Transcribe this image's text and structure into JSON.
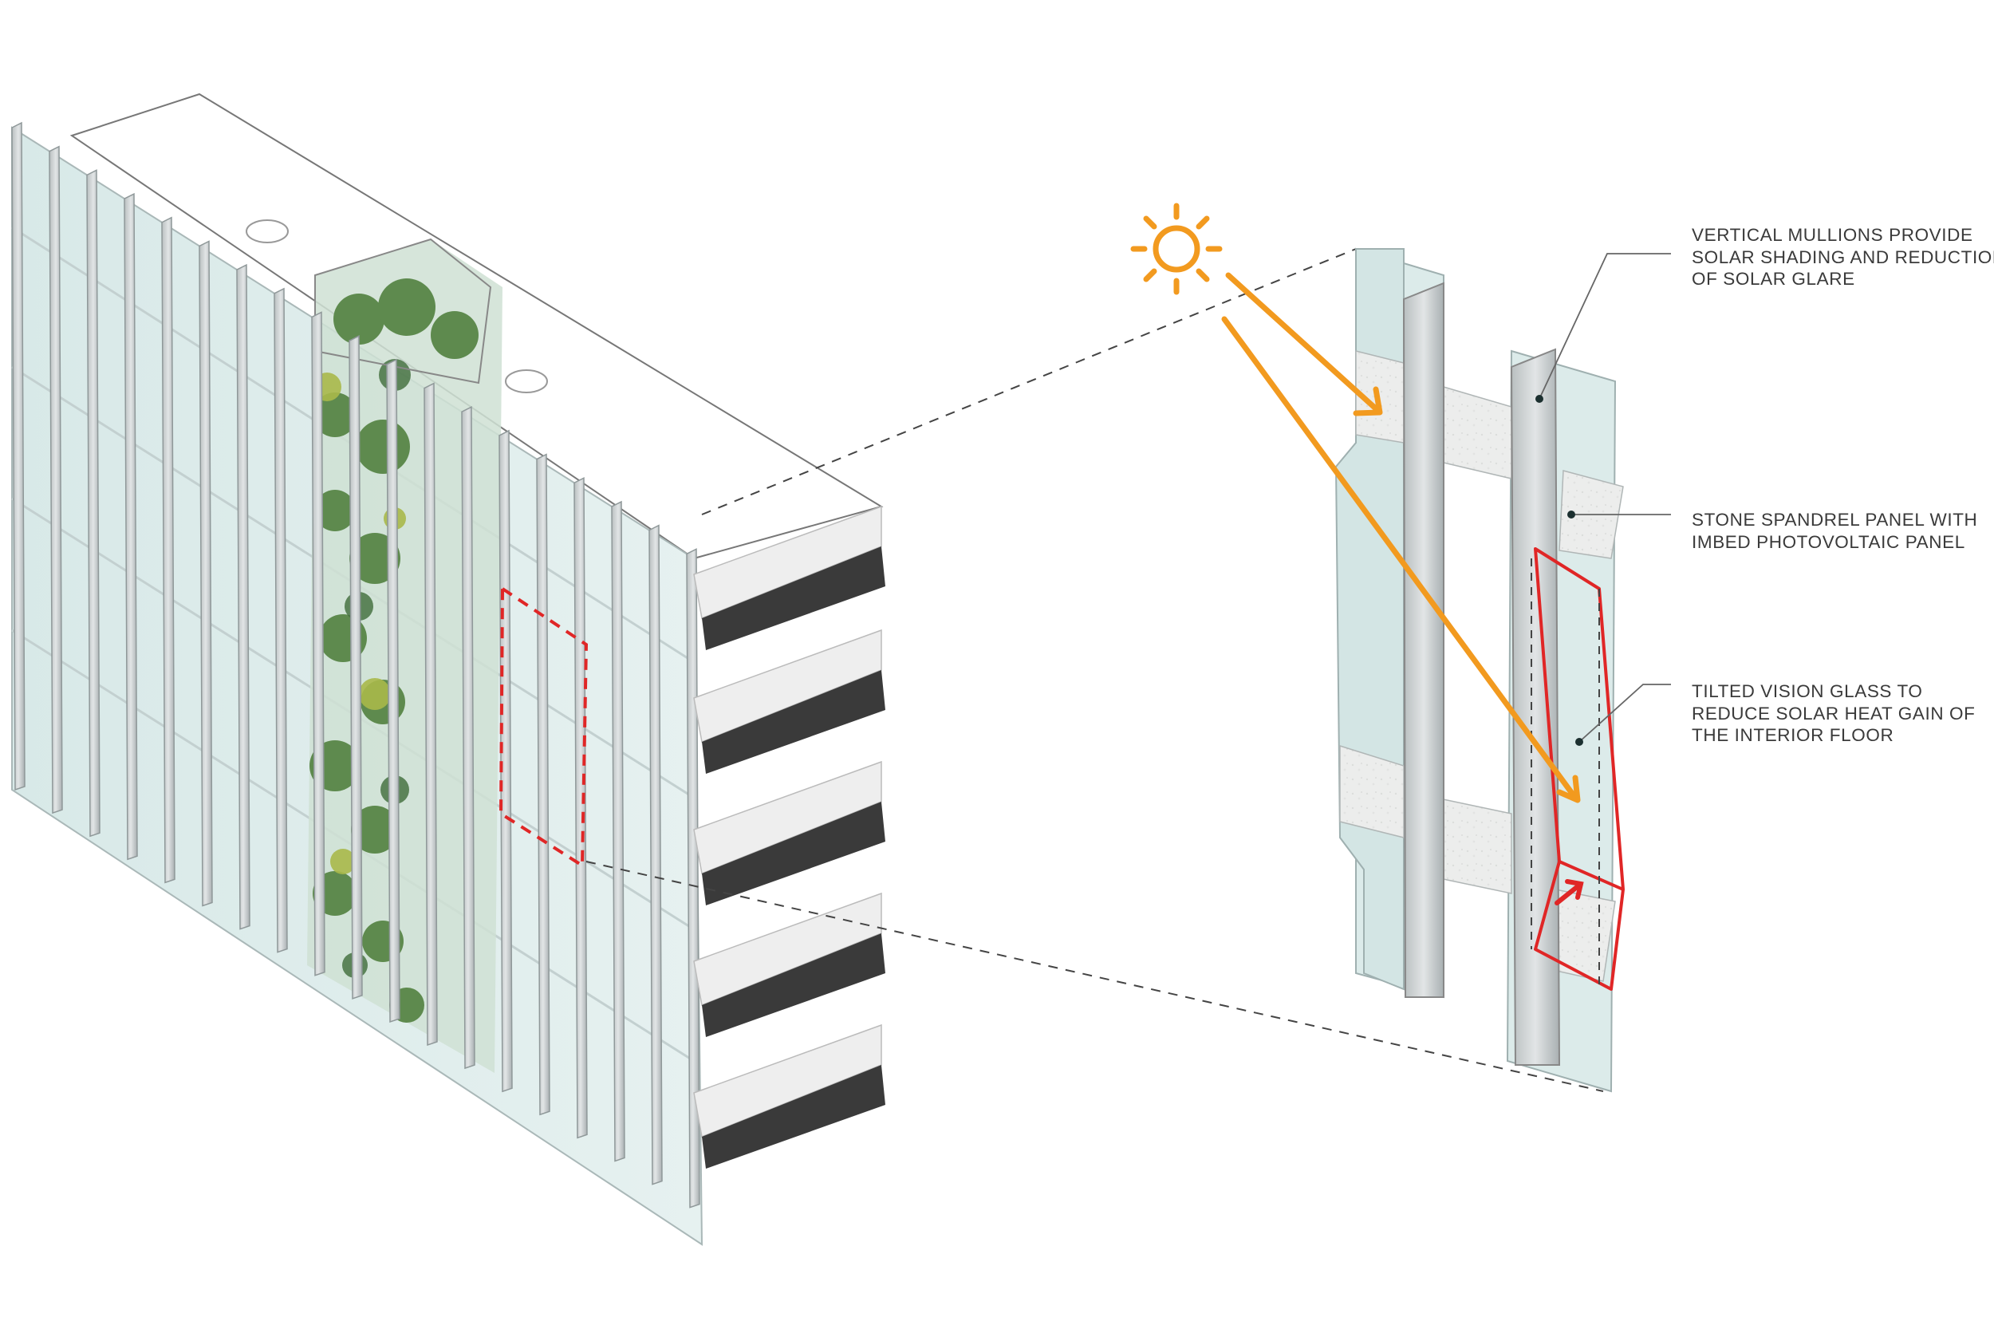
{
  "colors": {
    "sun": "#F29A1F",
    "highlight": "#E02626",
    "glass": "#DCEBEA",
    "mullion": "#CFD3D4",
    "slab_top": "#EEEEEE",
    "slab_edge": "#3A3A3A",
    "stone": "#ECEDEC",
    "foliage": "#5E8A4E",
    "line": "#444444"
  },
  "callouts": [
    {
      "id": "mullions",
      "lines": [
        "VERTICAL MULLIONS PROVIDE",
        "SOLAR SHADING AND REDUCTION",
        "OF SOLAR GLARE"
      ]
    },
    {
      "id": "spandrel",
      "lines": [
        "STONE SPANDREL PANEL WITH",
        "IMBED PHOTOVOLTAIC PANEL"
      ]
    },
    {
      "id": "vision-glass",
      "lines": [
        "TILTED VISION GLASS TO",
        "REDUCE SOLAR HEAT GAIN OF",
        "THE INTERIOR FLOOR"
      ]
    }
  ]
}
